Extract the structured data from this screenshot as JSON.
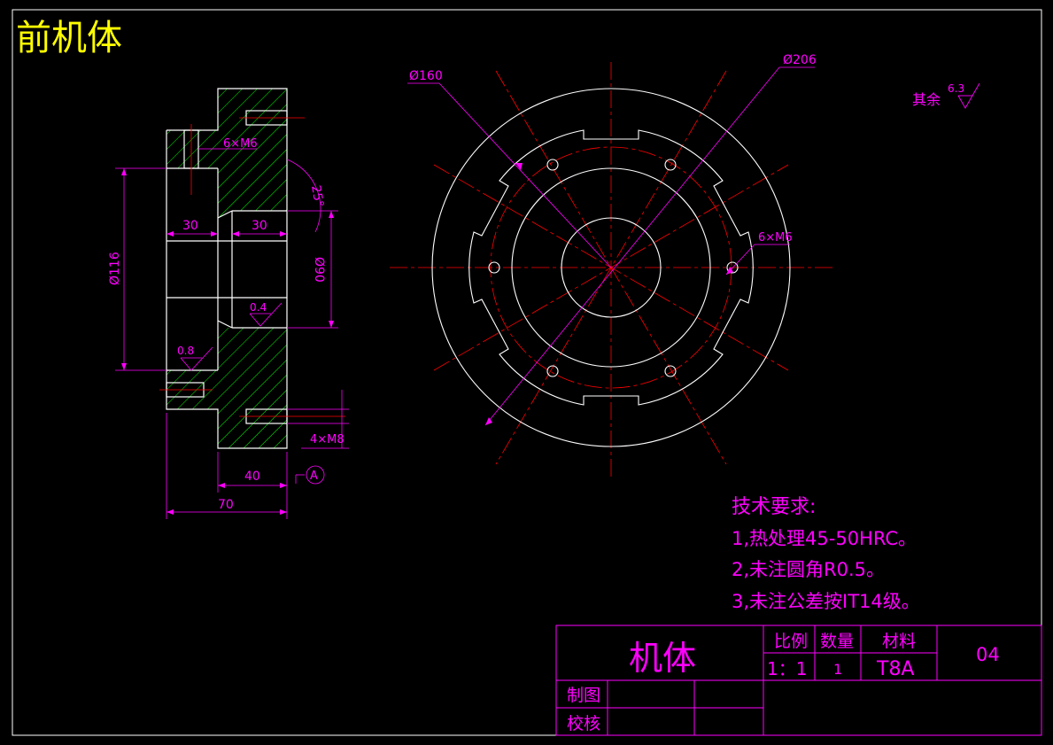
{
  "title": "前机体",
  "section_view": {
    "labels": {
      "thread_top": "6×M6",
      "angle": "25°",
      "dim_30_left": "30",
      "dim_30_right": "30",
      "dia_116": "Ø116",
      "dia_90": "Ø90",
      "rough_04": "0.4",
      "rough_08": "0.8",
      "thread_bottom": "4×M8",
      "dim_40": "40",
      "dim_70": "70",
      "datum": "A"
    }
  },
  "front_view": {
    "labels": {
      "dia_160": "Ø160",
      "dia_206": "Ø206",
      "thread": "6×M6"
    }
  },
  "roughness_note": {
    "label": "其余",
    "value": "6.3"
  },
  "tech_requirements": {
    "heading": "技术要求:",
    "items": [
      "1,热处理45-50HRC。",
      "2,未注圆角R0.5。",
      "3,未注公差按IT14级。"
    ]
  },
  "title_block": {
    "part_name": "机体",
    "scale_label": "比例",
    "qty_label": "数量",
    "material_label": "材料",
    "scale_value": "1：1",
    "qty_value": "1",
    "material_value": "T8A",
    "drawing_no": "04",
    "drawn_label": "制图",
    "checked_label": "校核"
  },
  "colors": {
    "background": "#000000",
    "outline": "#ffffff",
    "dimension": "#ff00ff",
    "centerline": "#ff0000",
    "hatch": "#00ff00",
    "title": "#ffff00"
  }
}
